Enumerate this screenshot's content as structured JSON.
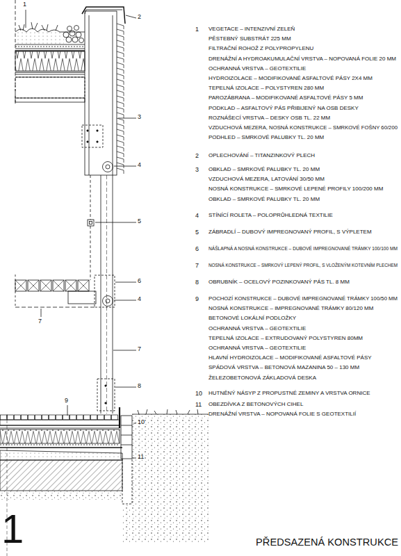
{
  "diagram": {
    "title": "PŘEDSAZENÁ KONSTRUKCE",
    "labels": [
      "1",
      "2",
      "3",
      "4",
      "5",
      "6",
      "4",
      "7",
      "7",
      "8",
      "9",
      "10",
      "11",
      "1",
      "1",
      "VEGETACE – INTENZIVNÍ ZELEŇ",
      "PĚSTEBNÝ SUBSTRÁT 225 MM",
      "FILTRAČNÍ ROHOŽ Z POLYPROPYLENU",
      "DRENÁŽNÍ A HYDROAKUMULAČNÍ VRSTVA – NOPOVANÁ FOLIE 20 MM",
      "OCHRANNÁ VRSTVA – GEOTEXTILIE",
      "HYDROIZOLACE – MODIFIKOVANÉ ASFALTOVÉ PÁSY 2X4 MM",
      "TEPELNÁ IZOLACE – POLYSTYREN 280 MM",
      "PAROZÁBRANA – MODIFIKOVANÉ ASFALTOVÉ PÁSY 5 MM",
      "PODKLAD – ASFALTOVÝ PÁS PŘIBIJENÝ NA OSB DESKY",
      "ROZNÁŠECÍ VRSTVA – DESKY OSB TL. 22 MM",
      "VZDUCHOVÁ MEZERA, NOSNÁ KONSTRUKCE – SMRKOVÉ FOŠNY 60/200",
      "PODHLED – SMRKOVÉ PALUBKY TL. 20 MM",
      "2",
      "OPLECHOVÁNÍ – TITANZINKOVÝ PLECH",
      "3",
      "OBKLAD – SMRKOVÉ PALUBKY TL. 20 MM",
      "VZDUCHOVÁ MEZERA, LATOVÁNÍ 30/50 MM",
      "NOSNÁ KONSTRUKCE – SMRKOVÉ LEPENÉ PROFILY 100/200 MM",
      "OBKLAD – SMRKOVÉ PALUBKY TL. 20 MM",
      "4",
      "STÍNÍCÍ ROLETA – POLOPRŮHLEDNÁ TEXTILIE",
      "5",
      "ZÁBRADLÍ – DUBOVÝ IMPREGNOVANÝ PROFIL, S VÝPLETEM",
      "6",
      "NÁŠLAPNÁ A NOSNÁ KONSTRUKCE – DUBOVÉ IMPREGNOVANÉ TRÁMKY 100/100 MM",
      "7",
      "NOSNÁ KONSTRUKCE – SMRKOVÝ LEPENÝ PROFIL, S VLOŽENÝM KOTEVNÍM PLECHEM",
      "8",
      "OBRUBNÍK – OCELOVÝ POZINKOVANÝ PÁS TL. 8 MM",
      "9",
      "POCHOZÍ KONSTRUKCE – DUBOVÉ IMPREGNOVANÉ TRÁMKY 100/50 MM",
      "NOSNÁ KONSTRUKCE – IMPREGNOVANÉ TRÁMKY 80/120 MM",
      "BETONOVÉ LOKÁLNÍ PODLOŽKY",
      "OCHRANNÁ VRSTVA – GEOTEXTILIE",
      "TEPELNÁ IZOLACE – EXTRUDOVANÝ POLYSTYREN 80MM",
      "OCHRANNÁ VRSTVA – GEOTEXTILIE",
      "HLAVNÍ HYDROIZOLACE – MODIFIKOVANÉ ASFALTOVÉ PÁSY",
      "SPÁDOVÁ VRSTVA – BETONOVÁ MAZANINA 50 – 130 MM",
      "ŽELEZOBETONOVÁ ZÁKLADOVÁ DESKA",
      "10",
      "HUTNĚNÝ NÁSYP Z PROPUSTNÉ ZEMINY A VRSTVA ORNICE",
      "11",
      "OBEZDÍVKA Z BETONOVÝCH CIHEL",
      "DRENÁŽNÍ VRSTVA – NOPOVANÁ FOLIE S GEOTEXTILIÍ"
    ]
  }
}
